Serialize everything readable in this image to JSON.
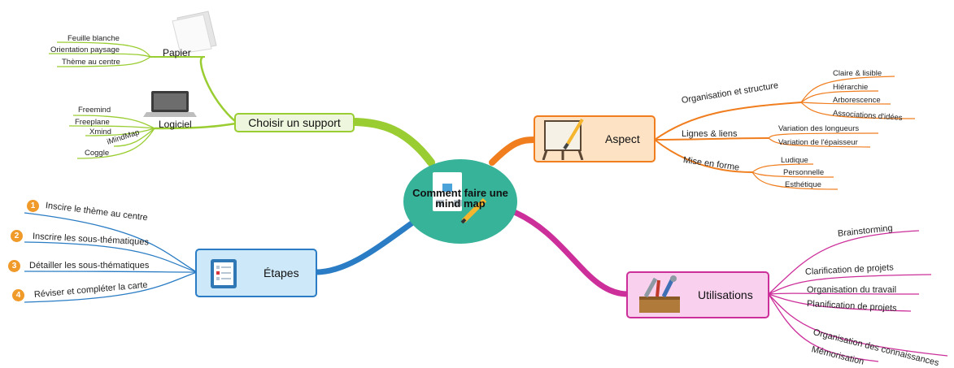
{
  "colors": {
    "support": "#9acd32",
    "aspect": "#f07d1e",
    "etapes": "#2a7cc4",
    "utilisations": "#cc2f9a",
    "center": "#37b39a"
  },
  "center": {
    "label": "Comment faire une mind map"
  },
  "support": {
    "label": "Choisir un support",
    "papier": {
      "label": "Papier",
      "items": [
        "Feuille blanche",
        "Orientation paysage",
        "Thème au centre"
      ]
    },
    "logiciel": {
      "label": "Logiciel",
      "items": [
        "Freemind",
        "Freeplane",
        "Xmind",
        "iMindMap",
        "Coggle"
      ]
    }
  },
  "aspect": {
    "label": "Aspect",
    "groups": [
      {
        "label": "Organisation et structure",
        "items": [
          "Claire & lisible",
          "Hiérarchie",
          "Arborescence",
          "Associations d'idées"
        ]
      },
      {
        "label": "Lignes & liens",
        "items": [
          "Variation des longueurs",
          "Variation de l'épaisseur"
        ]
      },
      {
        "label": "Mise en forme",
        "items": [
          "Ludique",
          "Personnelle",
          "Esthétique"
        ]
      }
    ]
  },
  "etapes": {
    "label": "Étapes",
    "steps": [
      {
        "num": "1",
        "text": "Inscire le thème au centre"
      },
      {
        "num": "2",
        "text": "Inscrire les sous-thématiques"
      },
      {
        "num": "3",
        "text": "Détailler les sous-thématiques"
      },
      {
        "num": "4",
        "text": "Réviser et compléter la carte"
      }
    ]
  },
  "utilisations": {
    "label": "Utilisations",
    "items": [
      "Brainstorming",
      "Clarification de projets",
      "Organisation du travail",
      "Planification de projets",
      "Organisation des connaissances",
      "Mémorisation"
    ]
  }
}
